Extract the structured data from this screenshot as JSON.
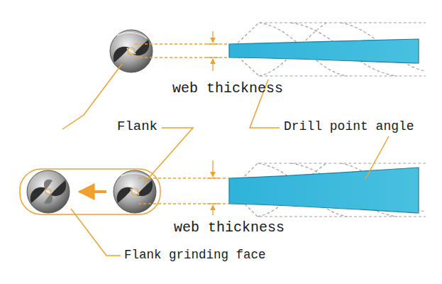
{
  "diagram": {
    "labels": [
      "web thickness",
      "Flank",
      "Drill point angle",
      "web thickness",
      "Flank grinding face"
    ]
  }
}
